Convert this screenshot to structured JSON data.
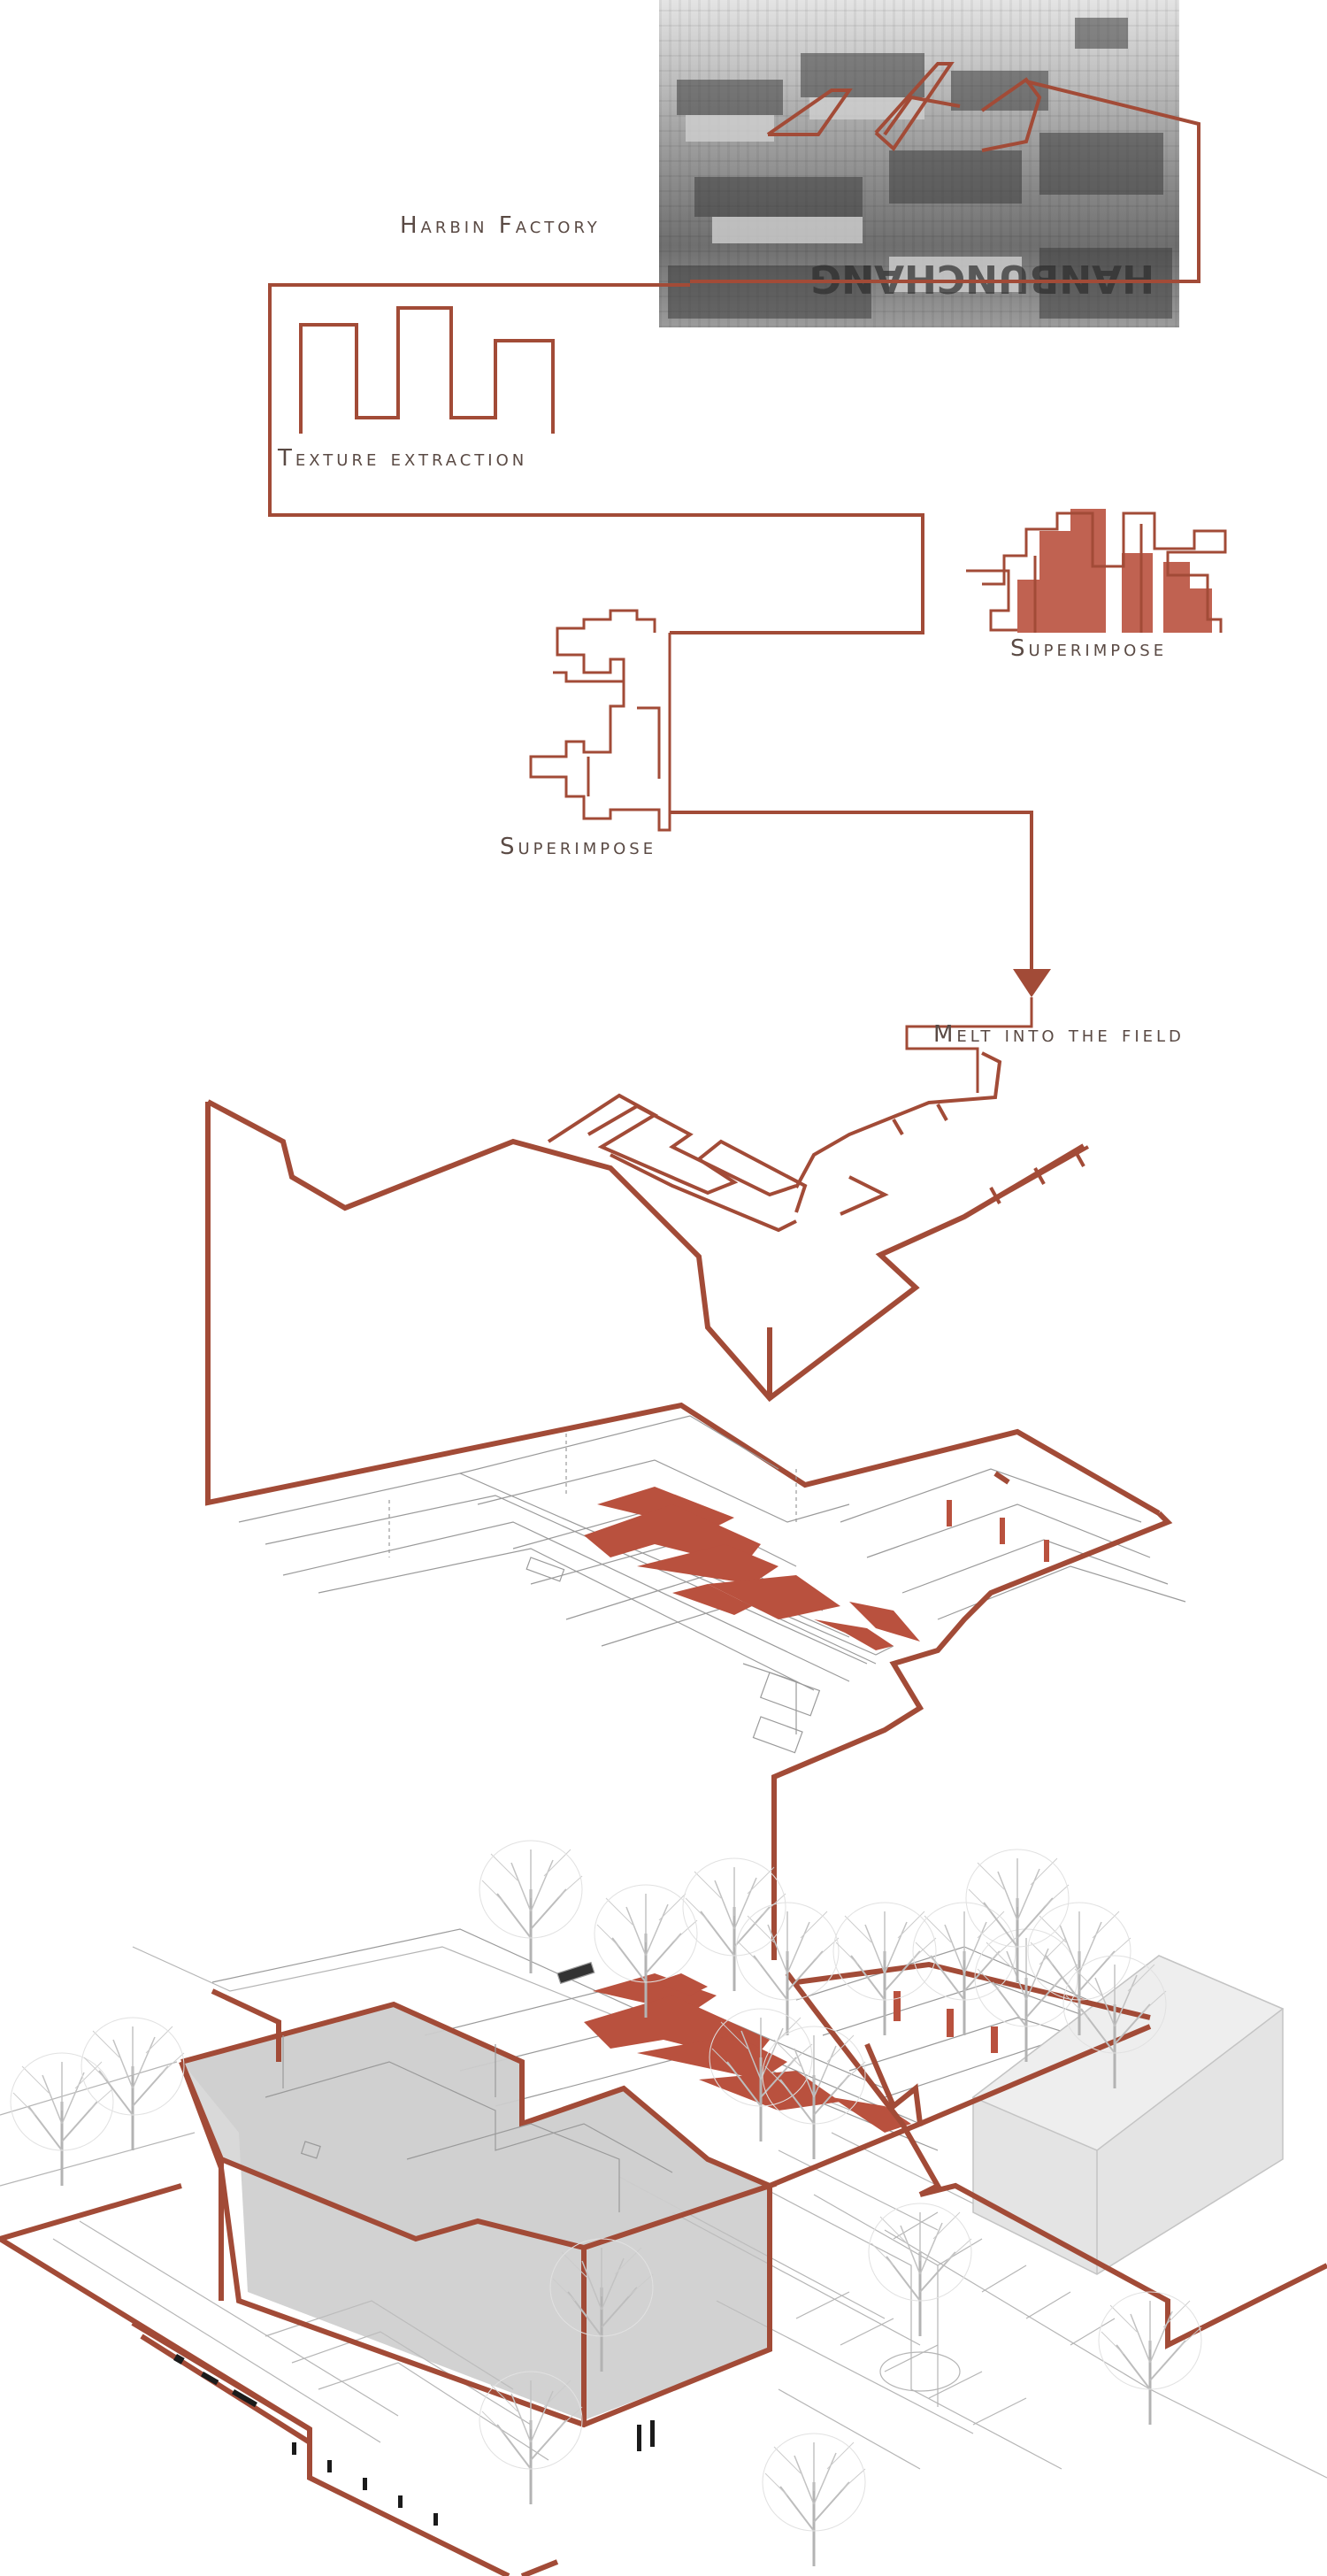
{
  "labels": {
    "harbin_factory": "Harbin Factory",
    "texture_extraction": "Texture extraction",
    "superimpose_right": "Superimpose",
    "superimpose_center": "Superimpose",
    "melt_into_field": "Melt into the field"
  },
  "photo": {
    "sign_text": "HANBUNCHANG"
  },
  "colors": {
    "accent": "#a24b37",
    "accent_fill": "#b9513e",
    "text": "#5a4a44",
    "linework": "#9a9a9a",
    "tree": "#b8b8b8",
    "volume": "#cfcfcf"
  }
}
